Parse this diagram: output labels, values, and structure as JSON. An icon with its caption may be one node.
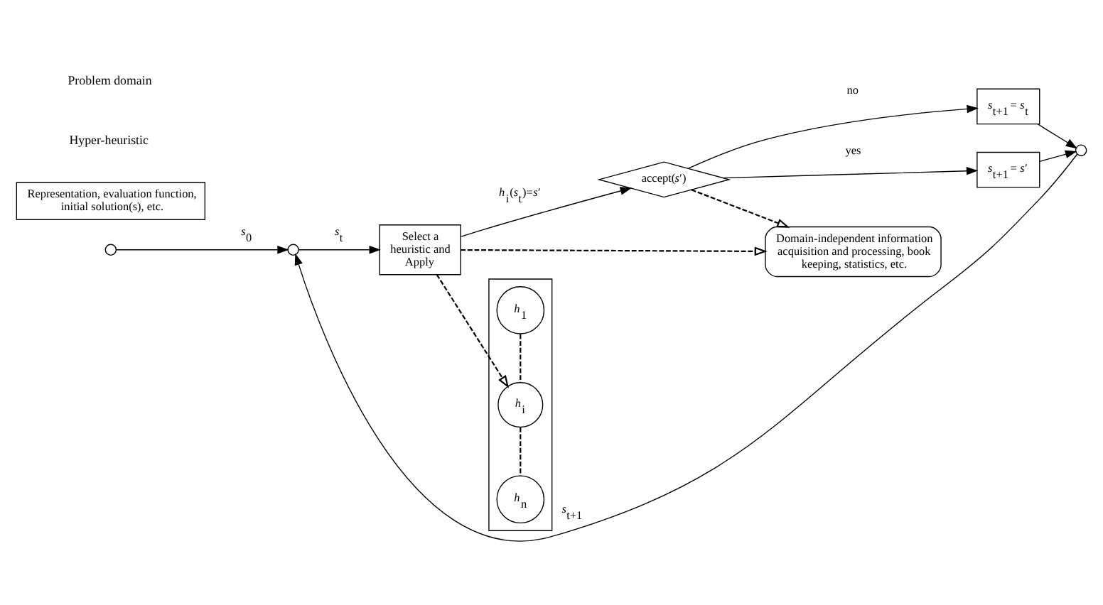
{
  "diagram": {
    "nodes": [
      {
        "text": [],
        "shape": "circle"
      },
      {
        "text": [],
        "shape": "circle"
      },
      {
        "text": [
          "Select a heuristic and Apply"
        ]
      },
      {
        "text": [
          "accept(*s*′)"
        ]
      },
      {
        "text": [
          "*s*$_{t+1}$ = *s*$_{t}$"
        ]
      },
      {
        "text": [
          "*s*$_{t+1}$ = *s*′"
        ]
      },
      {
        "text": [],
        "shape": "circle"
      },
      {
        "text": [
          "Domain-independent information acquisition and processing, book keeping, statistics, etc."
        ]
      },
      {
        "text": [],
        "shape": "box"
      },
      {
        "text": [
          "*h*$_{1}$"
        ],
        "in": 8
      },
      {
        "text": [
          "*h*$_{i}$"
        ],
        "in": 8
      },
      {
        "text": [
          "*h*$_{n}$"
        ],
        "in": 8
      },
      {
        "text": [
          "Representation, evaluation function, initial solution(s), etc."
        ]
      }
    ],
    "edges": [
      {
        "from": 0,
        "to": 1,
        "arrow": "to",
        "label": "*s*$_{0}$"
      },
      {
        "from": 1,
        "to": 2,
        "arrow": "to",
        "label": "*s*$_{t}$"
      },
      {
        "from": 2,
        "to": 3,
        "arrow": "to",
        "label": "*h*$_{i}$(*s*$_{t}$)=*s*′"
      },
      {
        "from": 3,
        "to": 4,
        "arrow": "to",
        "label": "no"
      },
      {
        "from": 3,
        "to": 5,
        "arrow": "to",
        "label": "yes"
      },
      {
        "from": 4,
        "to": 6,
        "arrow": "to"
      },
      {
        "from": 5,
        "to": 6,
        "arrow": "to"
      },
      {
        "from": 6,
        "to": 1,
        "arrow": "to",
        "label": "*s*$_{t+1}$"
      },
      {
        "from": 2,
        "to": 7,
        "arrow": "to",
        "style": "dashed"
      },
      {
        "from": 3,
        "to": 7,
        "arrow": "to",
        "style": "dashed"
      },
      {
        "from": 2,
        "to": 10,
        "arrow": "to",
        "style": "dashed"
      },
      {
        "from": 9,
        "to": 10,
        "arrow": "none",
        "style": "dashed"
      },
      {
        "from": 10,
        "to": 11,
        "arrow": "none",
        "style": "dashed"
      }
    ],
    "labels": [
      "Hyper-heuristic",
      "Problem domain"
    ]
  }
}
